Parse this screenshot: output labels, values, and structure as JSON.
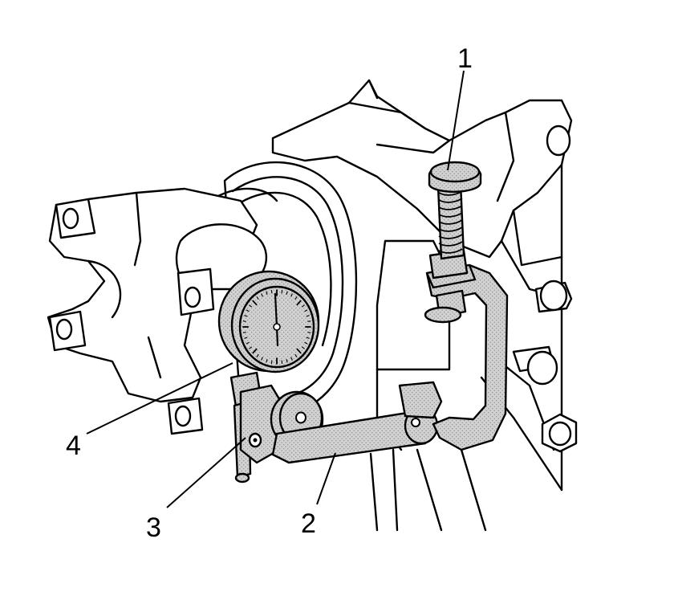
{
  "diagram": {
    "tool_fill": "#cfcfcf",
    "line_color": "#000000",
    "callouts": [
      {
        "id": "1",
        "label": "1"
      },
      {
        "id": "2",
        "label": "2"
      },
      {
        "id": "3",
        "label": "3"
      },
      {
        "id": "4",
        "label": "4"
      }
    ]
  }
}
